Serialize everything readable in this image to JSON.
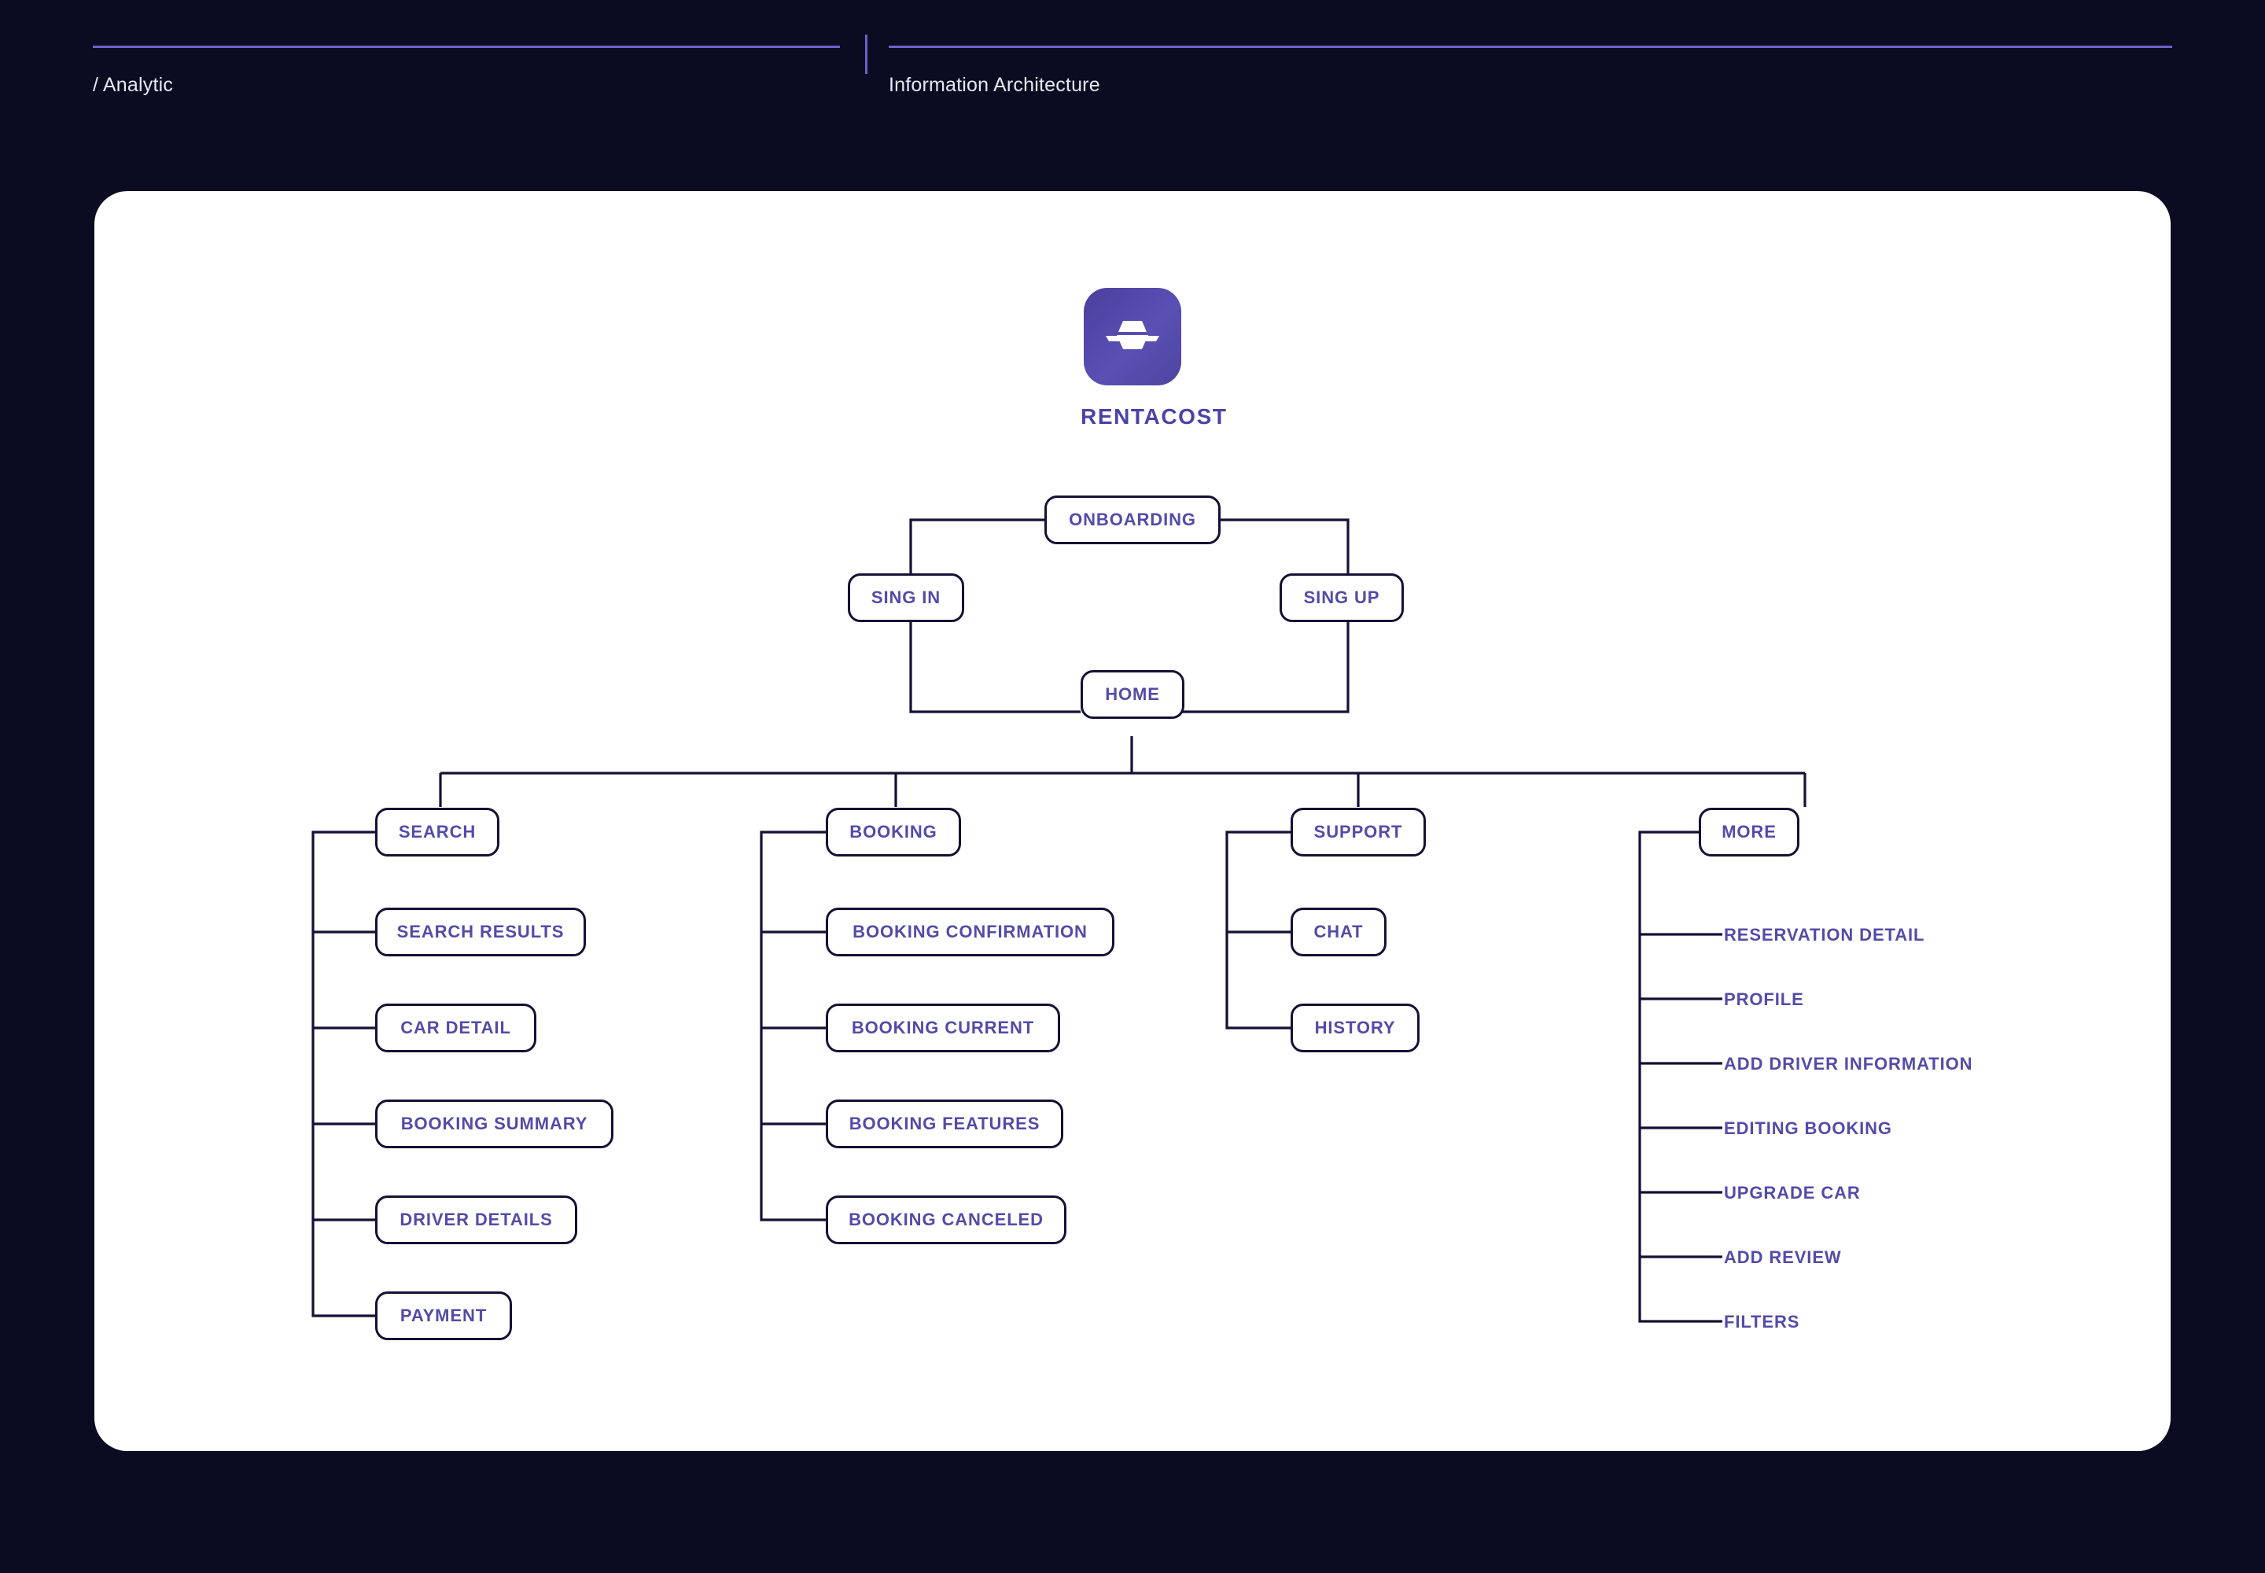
{
  "header": {
    "breadcrumb": "/ Analytic",
    "title": "Information Architecture",
    "accent_color": "#6C63C8",
    "background_color": "#0B0B22"
  },
  "brand": {
    "name": "RENTACOST",
    "icon": "car-logo-icon",
    "mark_color": "#4F46A9",
    "text_color": "#4A43A6"
  },
  "diagram": {
    "node_border_color": "#151036",
    "node_text_color": "#534BA8",
    "card_background": "#FFFFFF",
    "root": {
      "label": "ONBOARDING"
    },
    "auth": [
      {
        "label": "SING IN"
      },
      {
        "label": "SING UP"
      }
    ],
    "home": {
      "label": "HOME"
    },
    "columns": [
      {
        "parent": "SEARCH",
        "style": "boxed",
        "children": [
          {
            "label": "SEARCH RESULTS"
          },
          {
            "label": "CAR DETAIL"
          },
          {
            "label": "BOOKING SUMMARY"
          },
          {
            "label": "DRIVER DETAILS"
          },
          {
            "label": "PAYMENT"
          }
        ]
      },
      {
        "parent": "BOOKING",
        "style": "boxed",
        "children": [
          {
            "label": "BOOKING CONFIRMATION"
          },
          {
            "label": "BOOKING CURRENT"
          },
          {
            "label": "BOOKING FEATURES"
          },
          {
            "label": "BOOKING CANCELED"
          }
        ]
      },
      {
        "parent": "SUPPORT",
        "style": "boxed",
        "children": [
          {
            "label": "CHAT"
          },
          {
            "label": "HISTORY"
          }
        ]
      },
      {
        "parent": "MORE",
        "style": "plain",
        "children": [
          {
            "label": "RESERVATION DETAIL"
          },
          {
            "label": "PROFILE"
          },
          {
            "label": "ADD DRIVER INFORMATION"
          },
          {
            "label": "EDITING  BOOKING"
          },
          {
            "label": "UPGRADE CAR"
          },
          {
            "label": "ADD REVIEW"
          },
          {
            "label": "FILTERS"
          }
        ]
      }
    ]
  }
}
